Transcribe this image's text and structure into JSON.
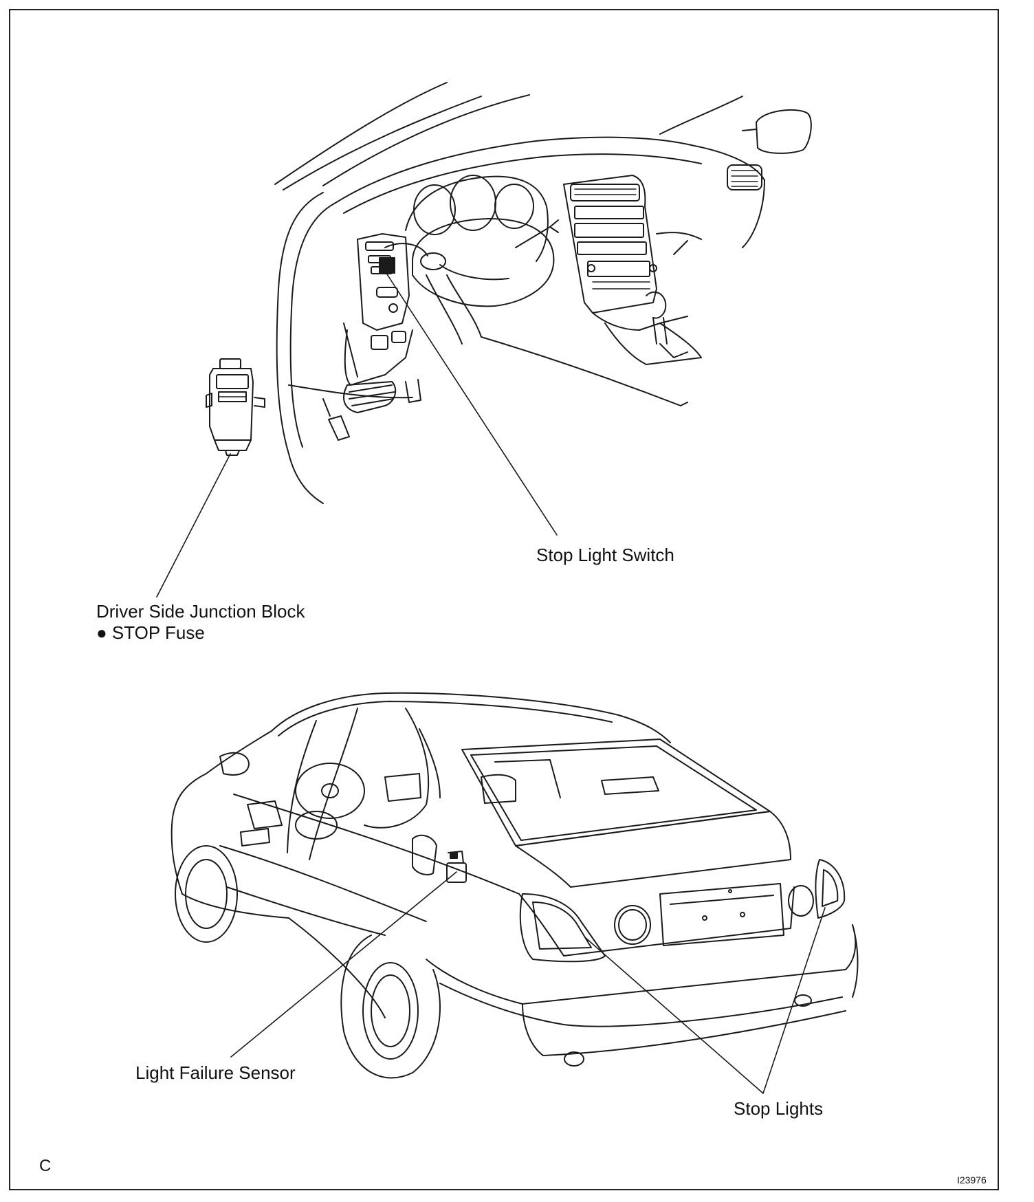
{
  "labels": {
    "stop_light_switch": "Stop Light Switch",
    "junction_block_line1": "Driver Side  Junction Block",
    "junction_block_line2": "● STOP Fuse",
    "light_failure_sensor": "Light Failure Sensor",
    "stop_lights": "Stop Lights"
  },
  "corner_letter": "C",
  "figure_id": "I23976"
}
